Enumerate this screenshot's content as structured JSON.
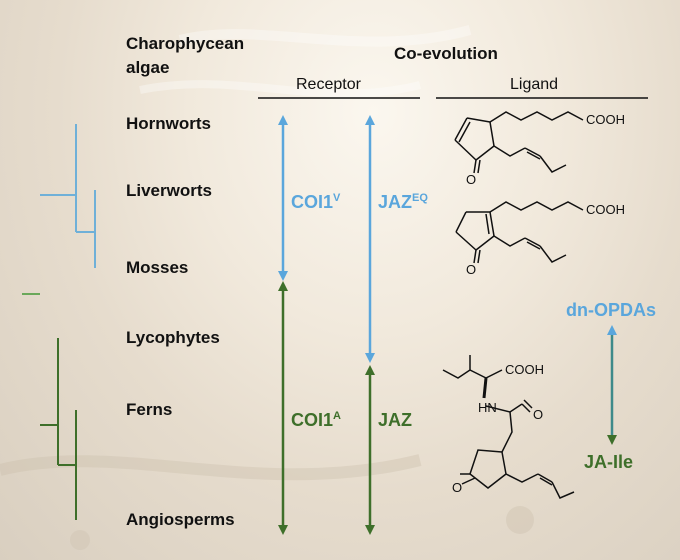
{
  "title": "Co-evolution",
  "headers": {
    "receptor": "Receptor",
    "ligand": "Ligand"
  },
  "taxa": {
    "charophycean_1": "Charophycean",
    "charophycean_2": "algae",
    "hornworts": "Hornworts",
    "liverworts": "Liverworts",
    "mosses": "Mosses",
    "lycophytes": "Lycophytes",
    "ferns": "Ferns",
    "angiosperms": "Angiosperms"
  },
  "receptors": {
    "coi1v": {
      "base": "COI1",
      "sup": "V"
    },
    "jazeq": {
      "base": "JAZ",
      "sup": "EQ"
    },
    "coi1a": {
      "base": "COI1",
      "sup": "A"
    },
    "jaz": {
      "base": "JAZ"
    }
  },
  "ligands": {
    "dn_opdas": "dn-OPDAs",
    "ja_ile": "JA-Ile"
  },
  "atoms": {
    "cooh": "COOH",
    "o": "O",
    "hn": "HN"
  },
  "colors": {
    "blue": "#5aa6dc",
    "green": "#3e6f2a",
    "dark_blue": "#2a6fb5"
  }
}
